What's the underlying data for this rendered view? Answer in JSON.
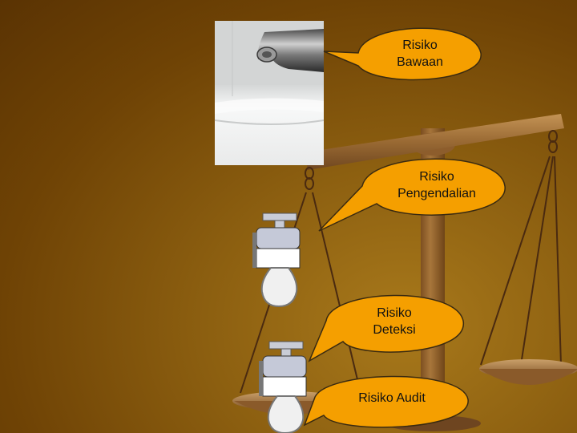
{
  "callouts": {
    "inherent_risk": {
      "line1": "Risiko",
      "line2": "Bawaan"
    },
    "control_risk": {
      "line1": "Risiko",
      "line2": "Pengendalian"
    },
    "detection_risk": {
      "line1": "Risiko",
      "line2": "Deteksi"
    },
    "audit_risk": {
      "line1": "Risiko Audit"
    }
  },
  "colors": {
    "callout_fill": "#f59f00",
    "callout_stroke": "#3a2a10",
    "background": "#7a4b08"
  },
  "icons": [
    "balance-scale-icon",
    "faucet-photo",
    "filter-tap-icon"
  ]
}
